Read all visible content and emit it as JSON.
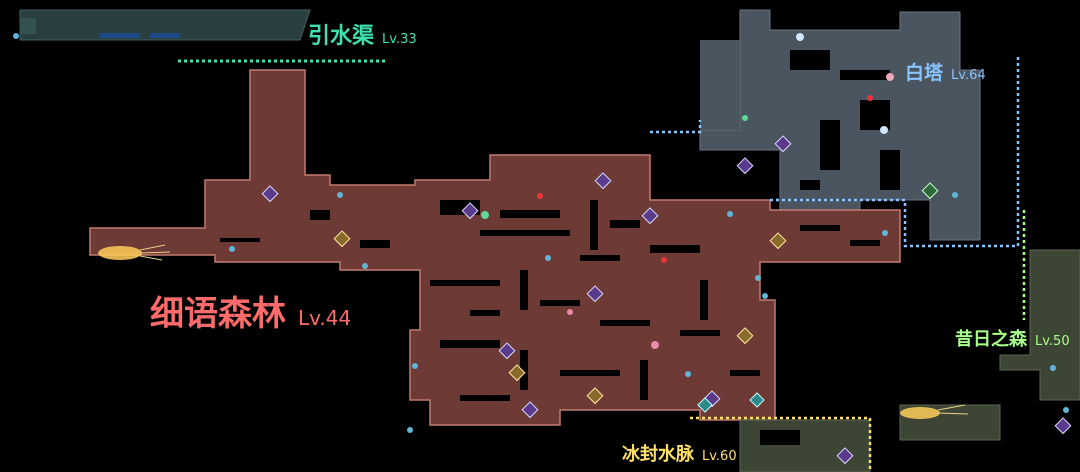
{
  "regions": {
    "aqueduct": {
      "name": "引水渠",
      "level": "Lv.33",
      "color": "#3ee0b0"
    },
    "tower": {
      "name": "白塔",
      "level": "Lv.64",
      "color": "#8ac4ff"
    },
    "forest": {
      "name": "细语森林",
      "level": "Lv.44",
      "color": "#ff6a6a"
    },
    "oldforest": {
      "name": "昔日之森",
      "level": "Lv.50",
      "color": "#a8ff8a"
    },
    "icevein": {
      "name": "冰封水脉",
      "level": "Lv.60",
      "color": "#ffe066"
    }
  },
  "colors": {
    "background": "#000000",
    "forest_fill": "#6e3a36",
    "forest_edge": "#c27a6e",
    "tower_fill": "#4b5560",
    "aqueduct_fill": "#2e4a4a",
    "cave_fill": "#3d4535"
  }
}
